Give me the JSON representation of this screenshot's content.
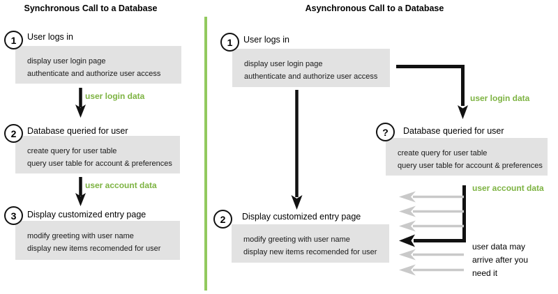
{
  "sync": {
    "title": "Synchronous Call to a Database",
    "steps": [
      {
        "num": "1",
        "label": "User logs in",
        "lines": [
          "display user login page",
          "authenticate and authorize user access"
        ]
      },
      {
        "num": "2",
        "label": "Database queried for user",
        "lines": [
          "create query for user table",
          "query user table for account & preferences"
        ]
      },
      {
        "num": "3",
        "label": "Display customized entry page",
        "lines": [
          "modify greeting with user name",
          "display new items recomended for user"
        ]
      }
    ],
    "flow_labels": [
      "user login data",
      "user account data"
    ]
  },
  "async": {
    "title": "Asynchronous Call to a Database",
    "steps": [
      {
        "num": "1",
        "label": "User logs in",
        "lines": [
          "display user login page",
          "authenticate and authorize user access"
        ]
      },
      {
        "num": "?",
        "label": "Database queried for user",
        "lines": [
          "create query for user table",
          "query user table for account & preferences"
        ]
      },
      {
        "num": "2",
        "label": "Display customized entry page",
        "lines": [
          "modify greeting with user name",
          "display new items recomended for user"
        ]
      }
    ],
    "flow_labels": [
      "user login data",
      "user account data"
    ],
    "note_lines": [
      "user data may",
      "arrive after you",
      "need it"
    ]
  },
  "colors": {
    "green_label": "#7db342",
    "divider_green": "#92c95e",
    "box_gray": "#e2e2e2",
    "gray_arrow": "#c9c9c9",
    "ink": "#111111"
  }
}
